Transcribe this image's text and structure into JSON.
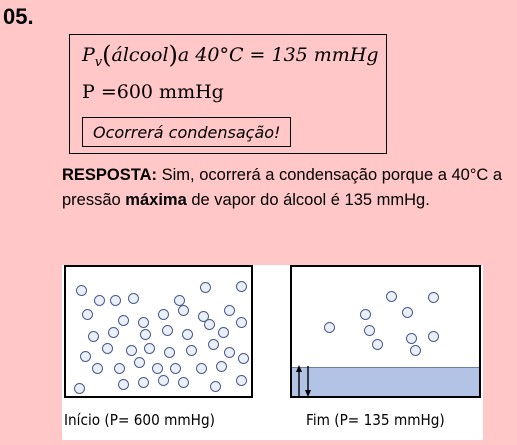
{
  "question_number": "05.",
  "formula": {
    "line1_left_P": "P",
    "line1_sub_v": "v",
    "line1_substance": "álcool",
    "line1_text": "a 40°C = 135 mmHg",
    "line2_text": "P =600 mmHg",
    "conclusion": "Ocorrerá condensação!"
  },
  "answer": {
    "label": "RESPOSTA:",
    "text_before_bold": " Sim, ocorrerá a condensação porque a 40°C a pressão ",
    "bold_word": "máxima",
    "text_after_bold": " de vapor do álcool é 135 mmHg."
  },
  "figure": {
    "left_caption": "Início (P= 600 mmHg)",
    "right_caption": "Fim (P= 135 mmHg)",
    "liquid_color": "#b2c3e6",
    "bubble_color": "#eaf0fb"
  }
}
